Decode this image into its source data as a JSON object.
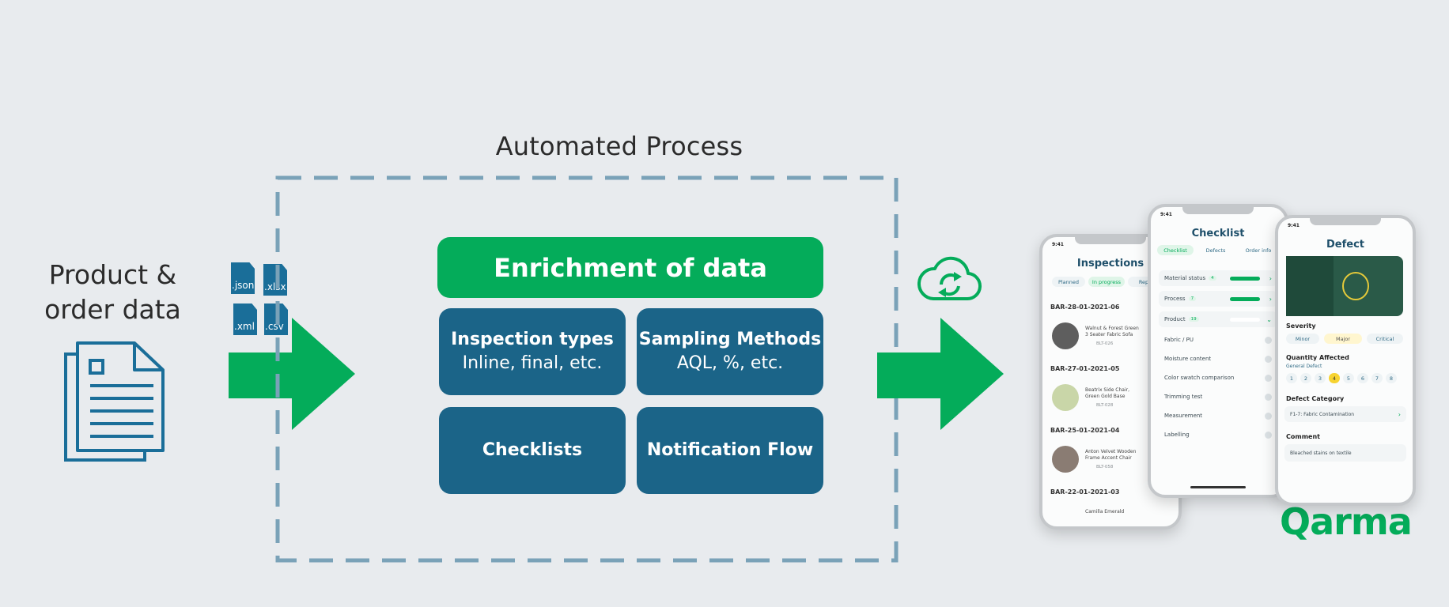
{
  "source": {
    "title_line1": "Product &",
    "title_line2": "order data"
  },
  "file_types": [
    ".json",
    ".xlsx",
    ".xml",
    ".csv"
  ],
  "process": {
    "title": "Automated Process"
  },
  "enrichment": {
    "header": "Enrichment of data",
    "tiles": [
      {
        "title": "Inspection types",
        "subtitle": "Inline, final, etc."
      },
      {
        "title": "Sampling Methods",
        "subtitle": "AQL, %, etc."
      },
      {
        "title": "Checklists",
        "subtitle": ""
      },
      {
        "title": "Notification Flow",
        "subtitle": ""
      }
    ]
  },
  "phones": {
    "inspections": {
      "status_time": "9:41",
      "title": "Inspections",
      "tabs": [
        "Planned",
        "In progress",
        "Rep"
      ],
      "items": [
        {
          "code": "BAR-28-01-2021-06",
          "name_line1": "Walnut & Forest Green",
          "name_line2": "3 Seater Fabric Sofa",
          "ref": "BLT-026"
        },
        {
          "code": "BAR-27-01-2021-05",
          "name_line1": "Beatrix Side Chair,",
          "name_line2": "Green Gold Base",
          "ref": "BLT-028"
        },
        {
          "code": "BAR-25-01-2021-04",
          "name_line1": "Anton Velvet Wooden",
          "name_line2": "Frame Accent Chair",
          "ref": "BLT-058"
        },
        {
          "code": "BAR-22-01-2021-03",
          "name_line1": "Camilla Emerald",
          "name_line2": "",
          "ref": ""
        }
      ]
    },
    "checklist": {
      "status_time": "9:41",
      "title": "Checklist",
      "tabs": [
        "Checklist",
        "Defects",
        "Order info"
      ],
      "rows": [
        "Material status",
        "Process",
        "Product",
        "Fabric / PU",
        "Moisture content",
        "Color swatch comparison",
        "Trimming test",
        "Measurement",
        "Labelling"
      ],
      "badges": [
        "4",
        "7",
        "19"
      ]
    },
    "defect": {
      "status_time": "9:41",
      "title": "Defect",
      "severity_label": "Severity",
      "severity_options": [
        "Minor",
        "Major",
        "Critical"
      ],
      "quantity_label": "Quantity Affected",
      "general_defect": "General Defect",
      "quantity_options": [
        "1",
        "2",
        "3",
        "4",
        "5",
        "6",
        "7",
        "8"
      ],
      "category_label": "Defect Category",
      "category_value": "F1-7: Fabric Contamination",
      "comment_label": "Comment",
      "comment_value": "Bleached stains on textile"
    }
  },
  "brand": {
    "name": "Qarma"
  },
  "colors": {
    "green": "#04ac5a",
    "blue": "#1b6488",
    "frame": "#7aa2b8",
    "background": "#e8ebee"
  }
}
